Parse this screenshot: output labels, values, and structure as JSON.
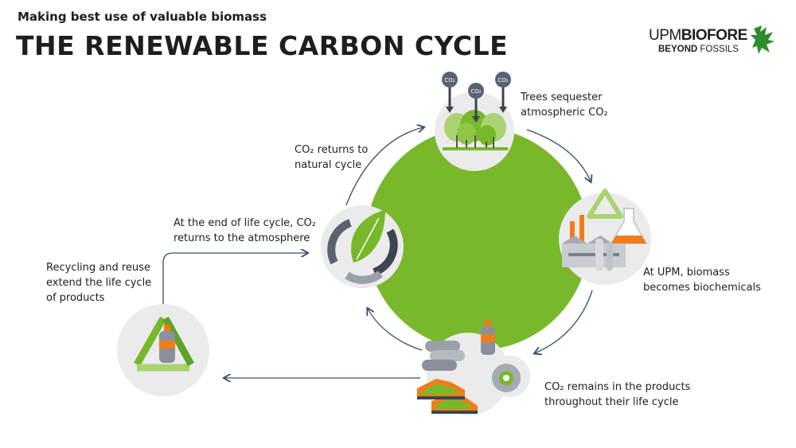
{
  "header": {
    "subtitle": "Making best use of valuable biomass",
    "title": "THE RENEWABLE CARBON CYCLE"
  },
  "logo": {
    "line1_light": "UPM",
    "line1_bold": "BIOFORE",
    "line2_bold": "BEYOND",
    "line2_light": "FOSSILS"
  },
  "icons": {
    "co2_badge": "CO",
    "co2_sub": "2"
  },
  "steps": [
    {
      "id": "trees",
      "text": [
        "Trees sequester",
        "atmospheric CO₂"
      ]
    },
    {
      "id": "upm",
      "text": [
        "At UPM, biomass",
        "becomes biochemicals"
      ]
    },
    {
      "id": "products",
      "text": [
        "CO₂ remains in the products",
        "throughout their life cycle"
      ]
    },
    {
      "id": "recycling",
      "text": [
        "Recycling and reuse",
        "extend the life cycle",
        "of products"
      ]
    },
    {
      "id": "end_of_life",
      "text": [
        "At the end of life cycle, CO₂",
        "returns to the atmosphere"
      ]
    },
    {
      "id": "natural",
      "text": [
        "CO₂ returns to",
        "natural cycle"
      ]
    }
  ],
  "colors": {
    "green": "#78b82a",
    "light_green": "#a9d371",
    "grey_circle": "#ebebeb",
    "arrow": "#3a4a6b",
    "orange": "#f07d1a",
    "dark_grey": "#7c808a"
  }
}
